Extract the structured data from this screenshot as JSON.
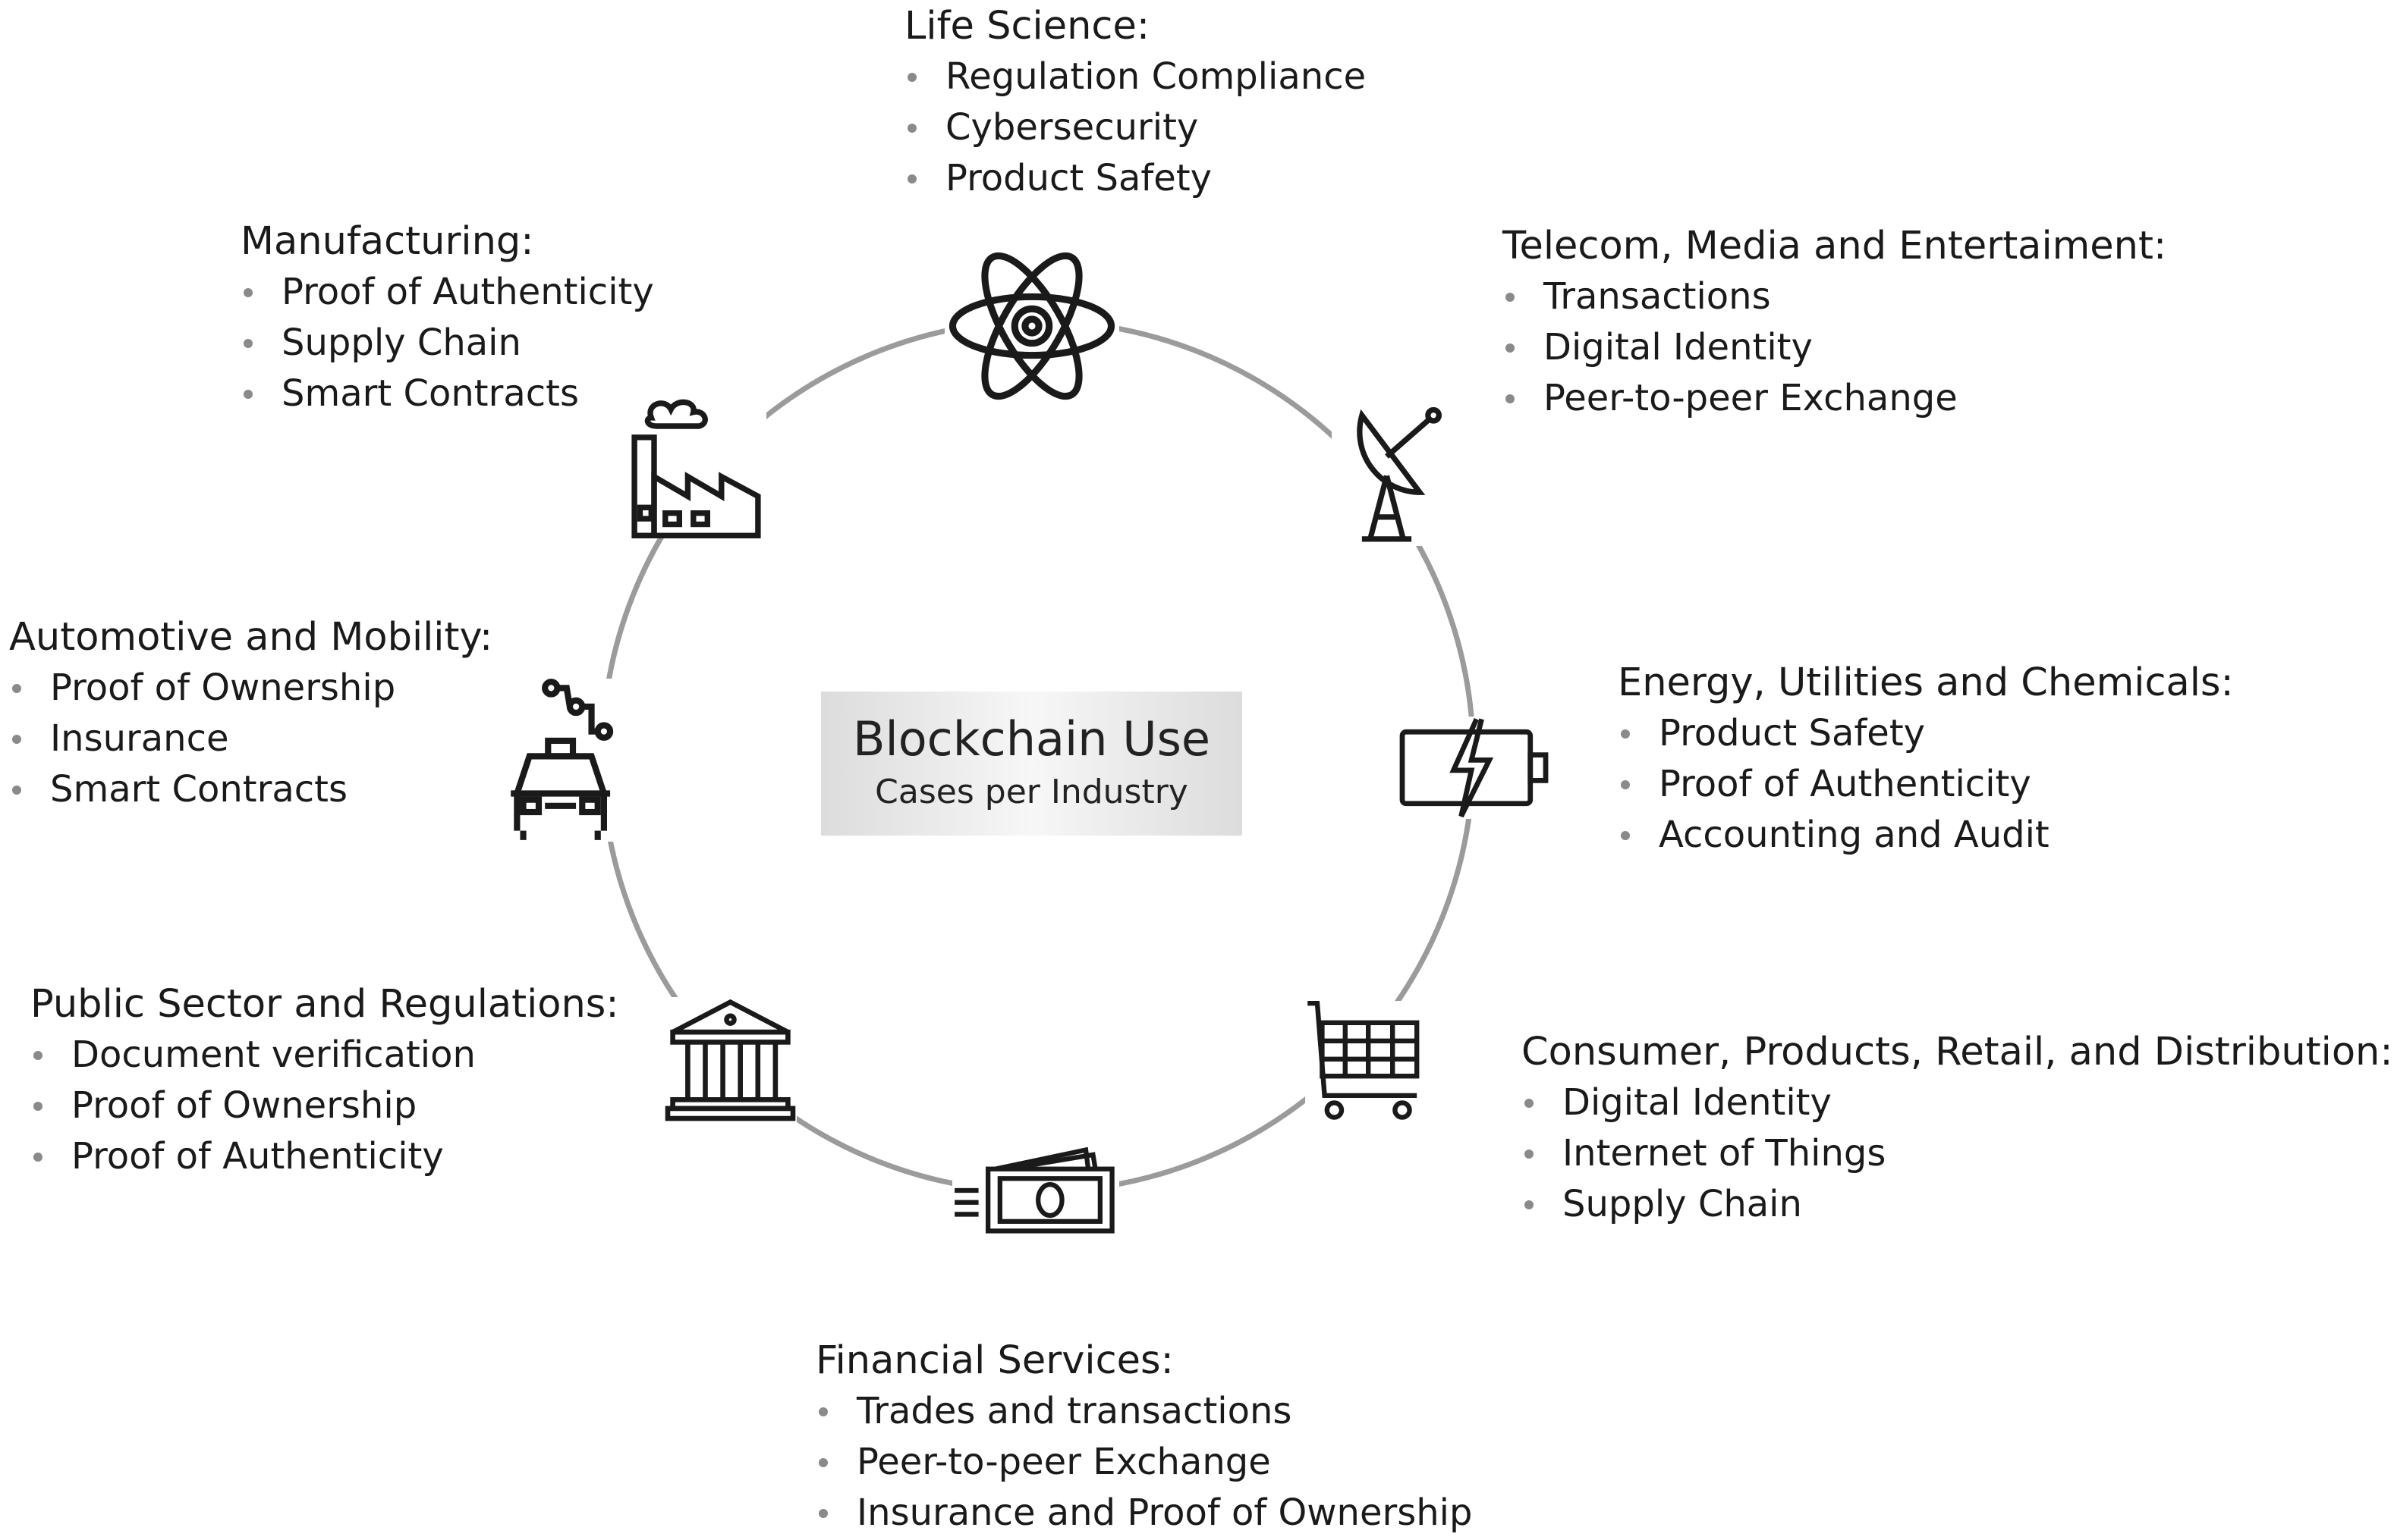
{
  "center": {
    "title": "Blockchain Use",
    "subtitle": "Cases per Industry"
  },
  "industries": [
    {
      "key": "life-science",
      "icon": "atom-icon",
      "title": "Life Science:",
      "items": [
        "Regulation Compliance",
        "Cybersecurity",
        "Product Safety"
      ]
    },
    {
      "key": "telecom",
      "icon": "satellite-dish-icon",
      "title": "Telecom, Media and Entertaiment:",
      "items": [
        "Transactions",
        "Digital Identity",
        "Peer-to-peer Exchange"
      ]
    },
    {
      "key": "energy",
      "icon": "battery-icon",
      "title": "Energy, Utilities and Chemicals:",
      "items": [
        "Product Safety",
        "Proof of Authenticity",
        "Accounting and Audit"
      ]
    },
    {
      "key": "consumer",
      "icon": "shopping-cart-icon",
      "title": "Consumer, Products, Retail, and Distribution:",
      "items": [
        "Digital Identity",
        "Internet of Things",
        "Supply Chain"
      ]
    },
    {
      "key": "financial",
      "icon": "banknote-icon",
      "title": "Financial Services:",
      "items": [
        "Trades and transactions",
        "Peer-to-peer Exchange",
        "Insurance and Proof of Ownership"
      ]
    },
    {
      "key": "public-sector",
      "icon": "bank-building-icon",
      "title": "Public Sector and Regulations:",
      "items": [
        "Document verification",
        "Proof of Ownership",
        "Proof of Authenticity"
      ]
    },
    {
      "key": "automotive",
      "icon": "connected-car-icon",
      "title": "Automotive and Mobility:",
      "items": [
        "Proof of Ownership",
        "Insurance",
        "Smart Contracts"
      ]
    },
    {
      "key": "manufacturing",
      "icon": "factory-icon",
      "title": "Manufacturing:",
      "items": [
        "Proof of Authenticity",
        "Supply Chain",
        "Smart Contracts"
      ]
    }
  ]
}
